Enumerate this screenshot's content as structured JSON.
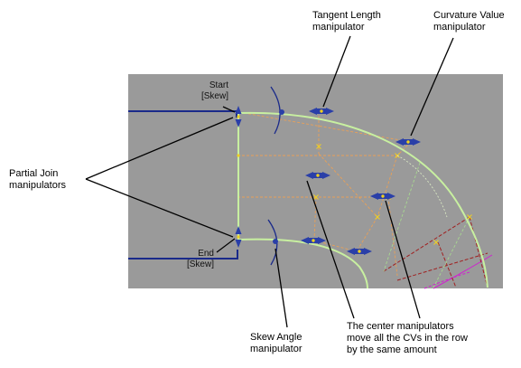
{
  "labels": {
    "tangent_length": [
      "Tangent Length",
      "manipulator"
    ],
    "curvature_value": [
      "Curvature Value",
      "manipulator"
    ],
    "partial_join": [
      "Partial Join",
      "manipulators"
    ],
    "skew_angle": [
      "Skew Angle",
      "manipulator"
    ],
    "center_manipulators": [
      "The center manipulators",
      "move all the CVs in the row",
      "by the same amount"
    ],
    "start_skew": [
      "Start",
      "[Skew]"
    ],
    "end_skew": [
      "End",
      "[Skew]"
    ]
  },
  "colors": {
    "viewport": "#9a9a9a",
    "curve": "#c8f0a0",
    "hull": "#e8a058",
    "manipulator": "#2a3fa8",
    "manipulator_center": "#f0d020",
    "magenta_curve": "#d020d0",
    "dark_red_hull": "#a02020",
    "edge_line": "#1a2a8a"
  }
}
